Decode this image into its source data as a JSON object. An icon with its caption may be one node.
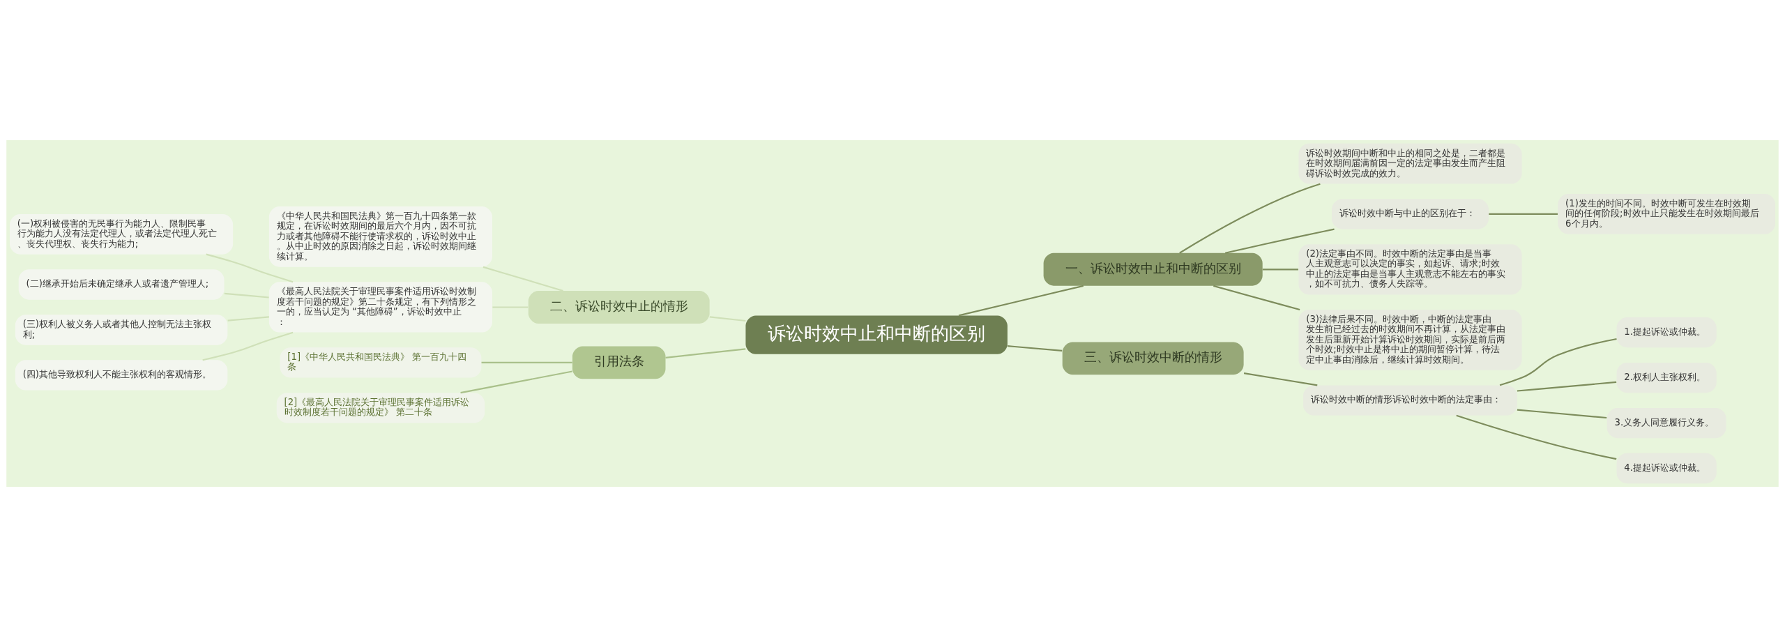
{
  "diagram": {
    "nodes": [
      {
        "text": [
          "诉讼时效中止和中断的区别"
        ]
      },
      {
        "text": [
          "一、诉讼时效中止和中断的区别"
        ]
      },
      {
        "text": [
          "诉讼时效期间中断和中止的相同之处是，二者都是在时效期间届满前因一定的法定事由发生而产生阻碍诉讼时效完成的效力。"
        ]
      },
      {
        "text": [
          "诉讼时效中断与中止的区别在于："
        ]
      },
      {
        "text": [
          "(1)发生的时间不同。时效中断可发生在时效期间的任何阶段;时效中止只能发生在时效期间最后6个月内。"
        ]
      },
      {
        "text": [
          "(2)法定事由不同。时效中断的法定事由是当事人主观意志可以决定的事实，如起诉、请求;时效中止的法定事由是当事人主观意志不能左右的事实，如不可抗力、债务人失踪等。"
        ]
      },
      {
        "text": [
          "(3)法律后果不同。时效中断，中断的法定事由发生前已经过去的时效期间不再计算，从法定事由发生后重新开始计算诉讼时效期间，实际是前后两个时效;时效中止是将中止的期间暂停计算，待法定中止事由消除后，继续计算时效期间。"
        ]
      },
      {
        "text": [
          "三、诉讼时效中断的情形"
        ]
      },
      {
        "text": [
          "诉讼时效中断的情形诉讼时效中断的法定事由："
        ]
      },
      {
        "text": [
          "1.提起诉讼或仲裁。"
        ]
      },
      {
        "text": [
          "2.权利人主张权利。"
        ]
      },
      {
        "text": [
          "3.义务人同意履行义务。"
        ]
      },
      {
        "text": [
          "4.提起诉讼或仲裁。"
        ]
      },
      {
        "text": [
          "二、诉讼时效中止的情形"
        ]
      },
      {
        "text": [
          "《中华人民共和国民法典》第一百九十四条第一款规定，在诉讼时效期间的最后六个月内，因不可抗力或者其他障碍不能行使请求权的，诉讼时效中止。从中止时效的原因消除之日起，诉讼时效期间继续计算。"
        ]
      },
      {
        "text": [
          "《最高人民法院关于审理民事案件适用诉讼时效制度若干问题的规定》第二十条规定，有下列情形之一的，应当认定为 “其他障碍”，诉讼时效中止："
        ]
      },
      {
        "text": [
          "(一)权利被侵害的无民事行为能力人、限制民事行为能力人没有法定代理人，或者法定代理人死亡、丧失代理权、丧失行为能力;"
        ]
      },
      {
        "text": [
          "(二)继承开始后未确定继承人或者遗产管理人;"
        ]
      },
      {
        "text": [
          "(三)权利人被义务人或者其他人控制无法主张权利;"
        ]
      },
      {
        "text": [
          "(四)其他导致权利人不能主张权利的客观情形。"
        ]
      },
      {
        "text": [
          "引用法条"
        ]
      },
      {
        "text": [
          "[1]《中华人民共和国民法典》 第一百九十四条"
        ]
      },
      {
        "text": [
          "[2]《最高人民法院关于审理民事案件适用诉讼时效制度若干问题的规定》 第二十条"
        ]
      }
    ],
    "edges": [
      {
        "from": 0,
        "to": 1,
        "arrow": "none"
      },
      {
        "from": 1,
        "to": 2,
        "arrow": "none"
      },
      {
        "from": 1,
        "to": 3,
        "arrow": "none"
      },
      {
        "from": 3,
        "to": 4,
        "arrow": "none"
      },
      {
        "from": 1,
        "to": 5,
        "arrow": "none"
      },
      {
        "from": 1,
        "to": 6,
        "arrow": "none"
      },
      {
        "from": 0,
        "to": 7,
        "arrow": "none"
      },
      {
        "from": 7,
        "to": 8,
        "arrow": "none"
      },
      {
        "from": 8,
        "to": 9,
        "arrow": "none"
      },
      {
        "from": 8,
        "to": 10,
        "arrow": "none"
      },
      {
        "from": 8,
        "to": 11,
        "arrow": "none"
      },
      {
        "from": 8,
        "to": 12,
        "arrow": "none"
      },
      {
        "from": 0,
        "to": 13,
        "arrow": "none",
        "color": "#cfe0b8"
      },
      {
        "from": 13,
        "to": 14,
        "arrow": "none",
        "color": "#cfe0b8"
      },
      {
        "from": 13,
        "to": 15,
        "arrow": "none",
        "color": "#cfe0b8"
      },
      {
        "from": 15,
        "to": 16,
        "arrow": "none",
        "color": "#cfe0b8"
      },
      {
        "from": 15,
        "to": 17,
        "arrow": "none",
        "color": "#cfe0b8"
      },
      {
        "from": 15,
        "to": 18,
        "arrow": "none",
        "color": "#cfe0b8"
      },
      {
        "from": 15,
        "to": 19,
        "arrow": "none",
        "color": "#cfe0b8"
      },
      {
        "from": 0,
        "to": 20,
        "arrow": "none",
        "color": "#a9c08a"
      },
      {
        "from": 20,
        "to": 21,
        "arrow": "none",
        "color": "#a9c08a"
      },
      {
        "from": 20,
        "to": 22,
        "arrow": "none",
        "color": "#a9c08a"
      }
    ]
  }
}
